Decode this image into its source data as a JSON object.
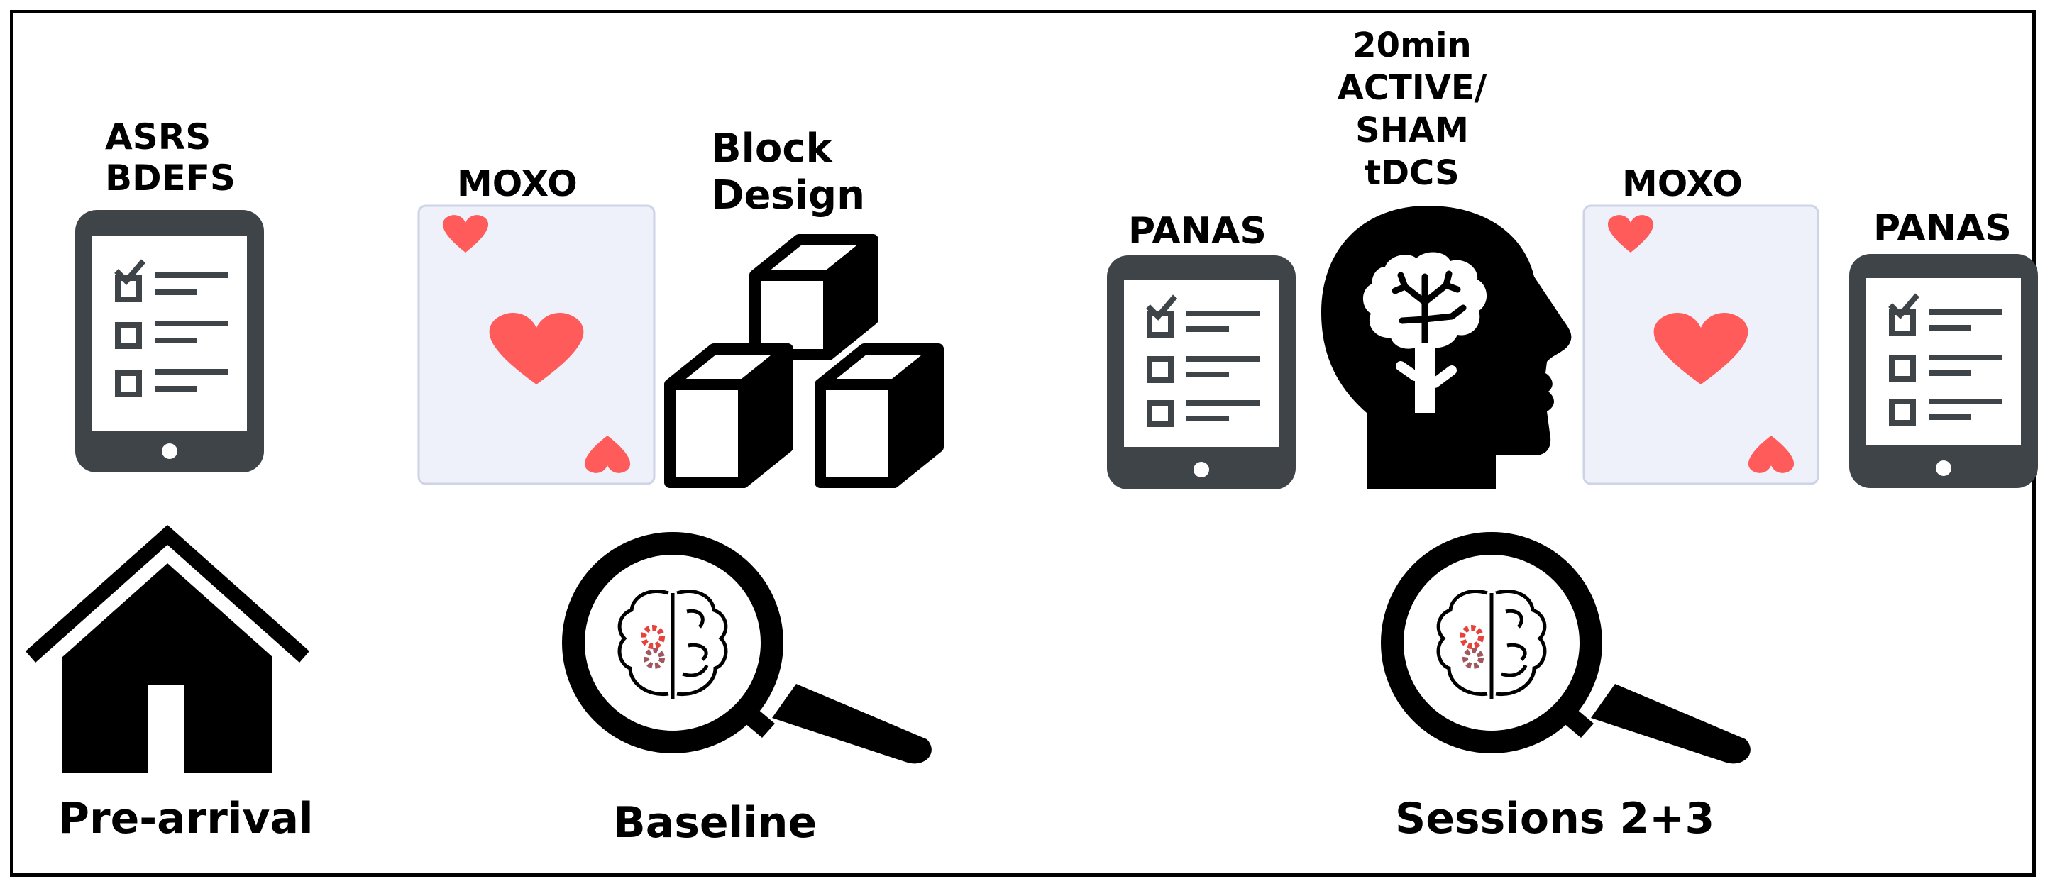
{
  "labels": {
    "asrs": "ASRS",
    "bdefs": "BDEFS",
    "moxo_1": "MOXO",
    "block_design_1": "Block",
    "block_design_2": "Design",
    "panas_1": "PANAS",
    "tdcs_1": "20min",
    "tdcs_2": "ACTIVE/",
    "tdcs_3": "SHAM",
    "tdcs_4": "tDCS",
    "moxo_2": "MOXO",
    "panas_2": "PANAS",
    "pre_arrival": "Pre-arrival",
    "baseline": "Baseline",
    "sessions": "Sessions 2+3"
  },
  "colors": {
    "tablet": "#3f4448",
    "heart": "#ff5b5b",
    "card": "#eef0fa",
    "gear_red": "#e8423d",
    "gear_mauve": "#a05860",
    "ink": "#000000"
  },
  "icons": [
    "tablet-checklist-icon",
    "playing-card-heart-icon",
    "blocks-icon",
    "head-brain-icon",
    "magnifier-brain-icon",
    "house-icon"
  ]
}
